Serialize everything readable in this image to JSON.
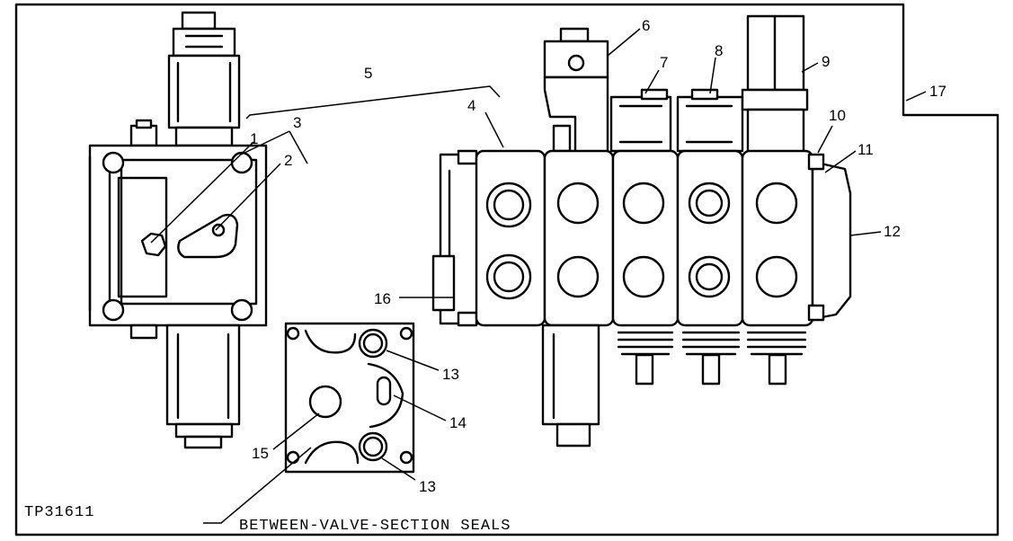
{
  "figure": {
    "id_code": "TP31611",
    "caption": "BETWEEN-VALVE-SECTION SEALS"
  },
  "callouts": [
    "1",
    "2",
    "3",
    "4",
    "5",
    "6",
    "7",
    "8",
    "9",
    "10",
    "11",
    "12",
    "13",
    "13",
    "14",
    "15",
    "16",
    "17"
  ]
}
